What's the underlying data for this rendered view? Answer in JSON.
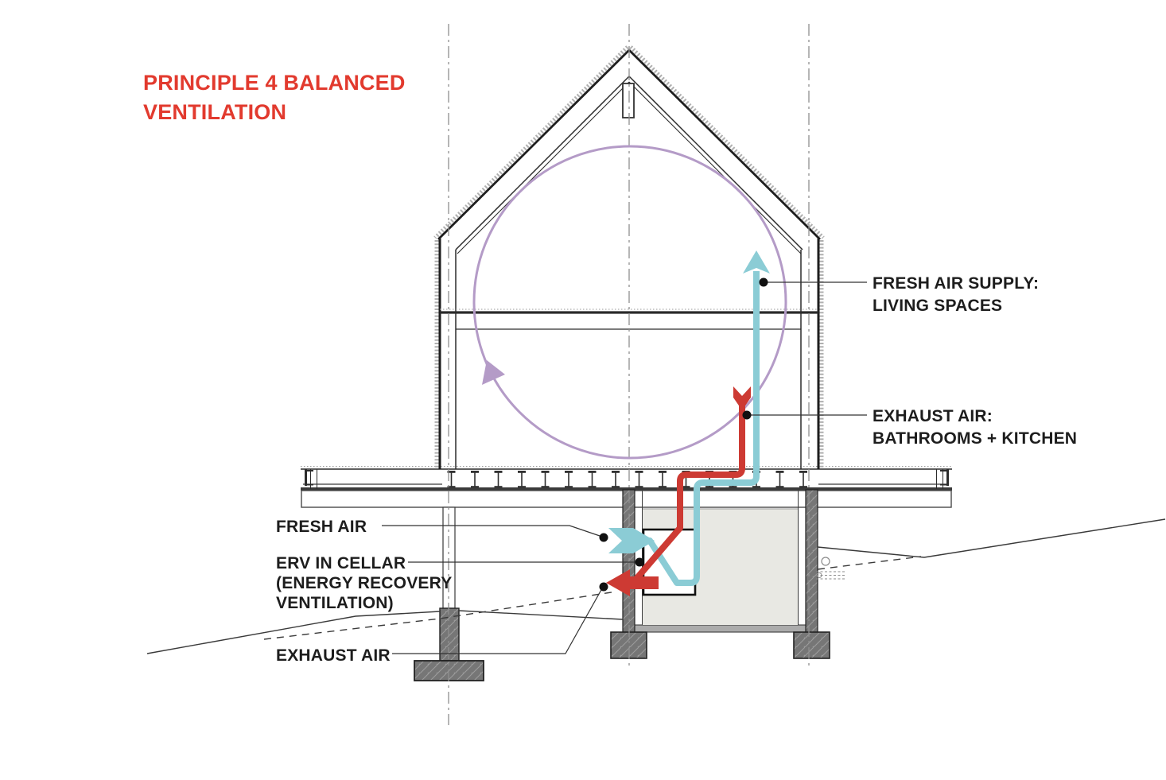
{
  "title": {
    "text": "PRINCIPLE 4 BALANCED\nVENTILATION"
  },
  "labels": {
    "fresh_air_supply": "FRESH AIR SUPPLY:\nLIVING SPACES",
    "exhaust_air_upper": "EXHAUST AIR:\nBATHROOMS + KITCHEN",
    "fresh_air_intake": "FRESH AIR",
    "erv_in_cellar": "ERV IN CELLAR\n(ENERGY RECOVERY\nVENTILATION)",
    "exhaust_air_lower": "EXHAUST AIR"
  },
  "colors": {
    "accent_red": "#e23a2e",
    "duct_red": "#cd3a33",
    "duct_teal": "#8bccd5",
    "loop_purple": "#b49bc7",
    "concrete_gray": "#767676",
    "label_black": "#1d1d1d"
  },
  "icons": {
    "fresh_air_supply_arrow": "up-arrow",
    "exhaust_intake_arrow": "down-arrow",
    "fresh_air_intake_arrow": "right-chevron-arrow",
    "exhaust_outlet_arrow": "left-chevron-arrow",
    "circulation_arrow": "curved-loop-arrow"
  }
}
